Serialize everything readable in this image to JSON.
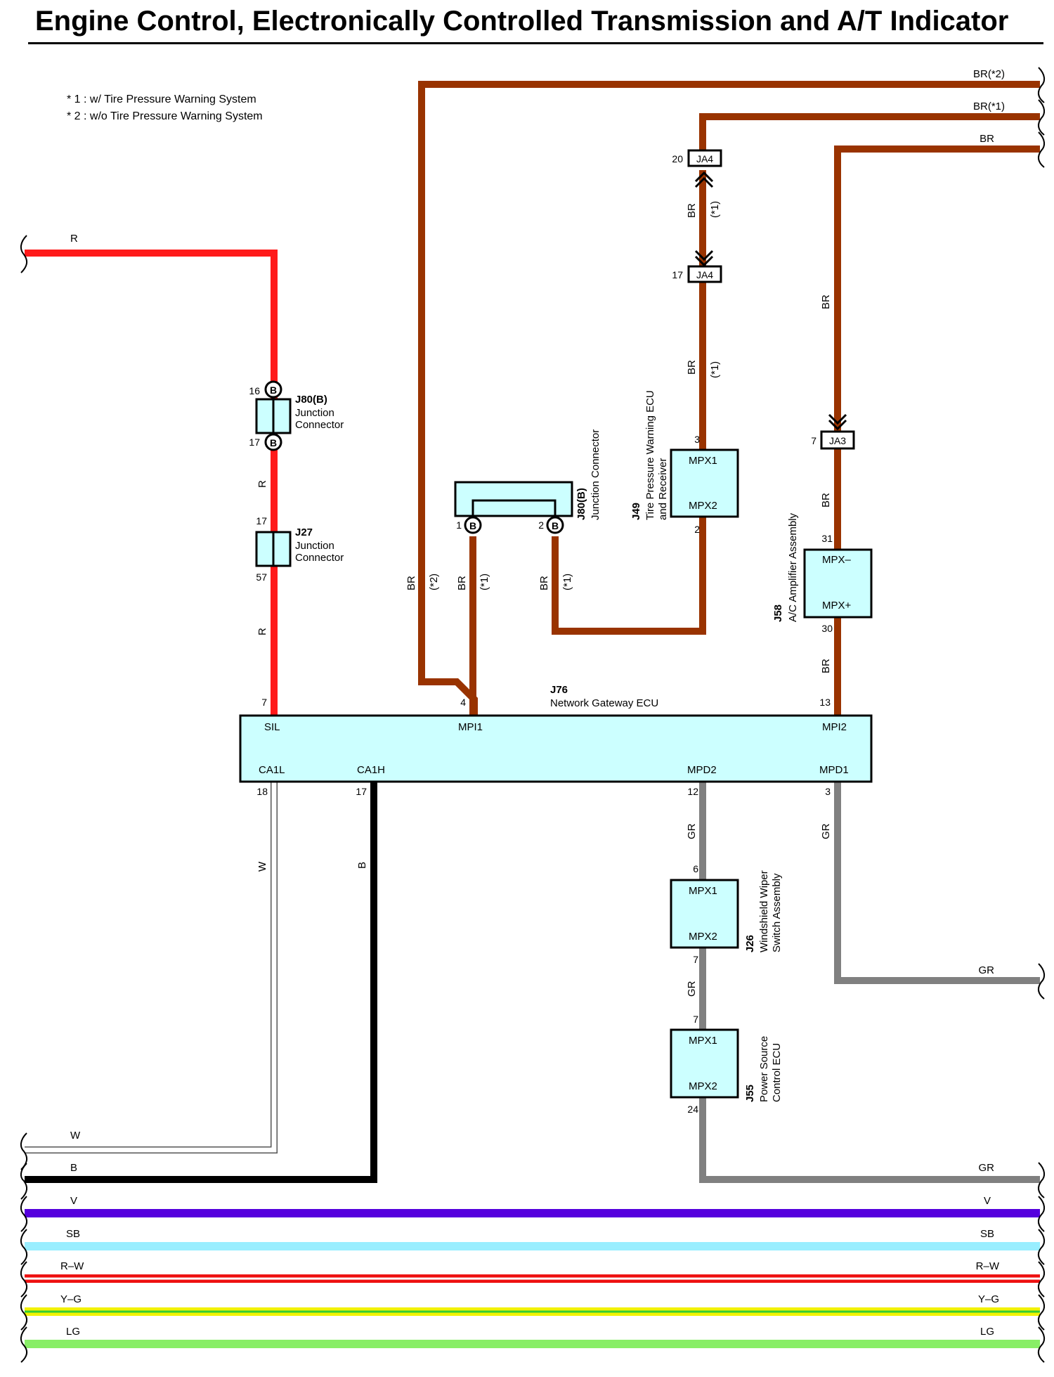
{
  "title": "Engine Control, Electronically Controlled Transmission and A/T Indicator",
  "notes": [
    "* 1 : w/ Tire Pressure Warning System",
    "* 2 : w/o Tire Pressure Warning System"
  ],
  "colors": {
    "R": "#ff1a1a",
    "BR": "#993300",
    "GR": "#808080",
    "W": "#ffffff",
    "B": "#000000",
    "V": "#5500dd",
    "SB": "#99eeff",
    "RW": "#ee1111",
    "YG": "#f2f200",
    "YG_center": "#33cc33",
    "LG": "#88ee66",
    "component_fill": "#ccffff"
  },
  "wires": {
    "left": {
      "R": "R",
      "W": "W",
      "B": "B"
    },
    "right_top": {
      "BR2": "BR(*2)",
      "BR1": "BR(*1)",
      "BR": "BR"
    },
    "right_gr": "GR",
    "bus": {
      "v": "V",
      "sb": "SB",
      "rw": "R–W",
      "yg": "Y–G",
      "lg": "LG",
      "gr": "GR",
      "b": "B",
      "w": "W"
    },
    "segments": {
      "r1": "R",
      "r2": "R",
      "br_star2": "BR",
      "br_star2_note": "(*2)",
      "br_star1_a": "BR",
      "br_star1_a_note": "(*1)",
      "br_star1_b": "BR",
      "br_star1_b_note": "(*1)",
      "br_ja4": "BR",
      "br_ja4_note": "(*1)",
      "br_j49": "BR",
      "br_j49_note": "(*1)",
      "br_ja3": "BR",
      "br_j58a": "BR",
      "br_j58b": "BR",
      "gr_a": "GR",
      "gr_b": "GR",
      "gr_c": "GR",
      "w": "W",
      "b": "B"
    }
  },
  "components": {
    "j80_top": {
      "id": "J80(B)",
      "name_line1": "Junction",
      "name_line2": "Connector",
      "pin_a": "16",
      "pin_b": "17",
      "pin_letter": "B"
    },
    "j27": {
      "id": "J27",
      "name_line1": "Junction",
      "name_line2": "Connector",
      "pin_a": "17",
      "pin_b": "57"
    },
    "j80_mid": {
      "id": "J80(B)",
      "name": "Junction Connector",
      "pin_a": "1",
      "pin_b": "2",
      "pin_letter": "B"
    },
    "j49": {
      "id": "J49",
      "name_line1": "Tire Pressure Warning ECU",
      "name_line2": "and Receiver",
      "t1": "MPX1",
      "t2": "MPX2",
      "pin_top": "3",
      "pin_bottom": "2"
    },
    "ja4_top": {
      "label": "JA4",
      "pin": "20"
    },
    "ja4_bottom": {
      "label": "JA4",
      "pin": "17"
    },
    "ja3": {
      "label": "JA3",
      "pin": "7"
    },
    "j58": {
      "id": "J58",
      "name": "A/C Amplifier Assembly",
      "t1": "MPX–",
      "t2": "MPX+",
      "pin_top": "31",
      "pin_bottom": "30"
    },
    "j76": {
      "id": "J76",
      "name": "Network Gateway ECU",
      "sil": "SIL",
      "mpi1": "MPI1",
      "mpi2": "MPI2",
      "ca1l": "CA1L",
      "ca1h": "CA1H",
      "mpd2": "MPD2",
      "mpd1": "MPD1",
      "pin_sil": "7",
      "pin_mpi1": "4",
      "pin_mpi2": "13",
      "pin_ca1l": "18",
      "pin_ca1h": "17",
      "pin_mpd2": "12",
      "pin_mpd1": "3"
    },
    "j26": {
      "id": "J26",
      "name_line1": "Windshield Wiper",
      "name_line2": "Switch Assembly",
      "t1": "MPX1",
      "t2": "MPX2",
      "pin_top": "6",
      "pin_bottom": "7"
    },
    "j55": {
      "id": "J55",
      "name_line1": "Power Source",
      "name_line2": "Control ECU",
      "t1": "MPX1",
      "t2": "MPX2",
      "pin_top": "7",
      "pin_bottom": "24"
    }
  }
}
